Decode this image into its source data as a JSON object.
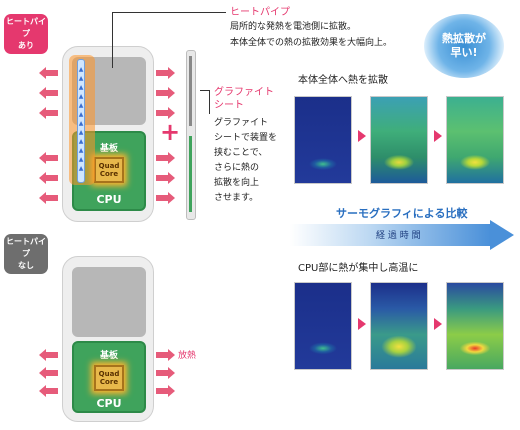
{
  "badges": {
    "with": {
      "line1": "ヒートパイプ",
      "line2": "あり"
    },
    "without": {
      "line1": "ヒートパイプ",
      "line2": "なし"
    }
  },
  "board_label": "基板",
  "chip": {
    "line1": "Quad",
    "line2": "Core"
  },
  "cpu_label": "CPU",
  "heatpipe": {
    "title": "ヒートパイプ",
    "desc1": "局所的な発熱を電池側に拡散。",
    "desc2": "本体全体での熱の拡散効果を大幅向上。"
  },
  "graphite": {
    "title1": "グラファイト",
    "title2": "シート",
    "desc": [
      "グラファイト",
      "シートで装置を",
      "挟むことで、",
      "さらに熱の",
      "拡散を向上",
      "させます。"
    ]
  },
  "plus": "+",
  "bubble": {
    "line1": "熱拡散が",
    "line2": "早い!"
  },
  "top_caption": "本体全体へ熱を拡散",
  "thermo_title": "サーモグラフィによる比較",
  "timeline_label": "経 過 時 間",
  "bottom_caption": "CPU部に熱が集中し高温に",
  "dissipation_label": "放熱",
  "colors": {
    "accent_pink": "#e5386e",
    "board_green": "#3fa35c",
    "arrow_blue": "#4a90d9"
  }
}
